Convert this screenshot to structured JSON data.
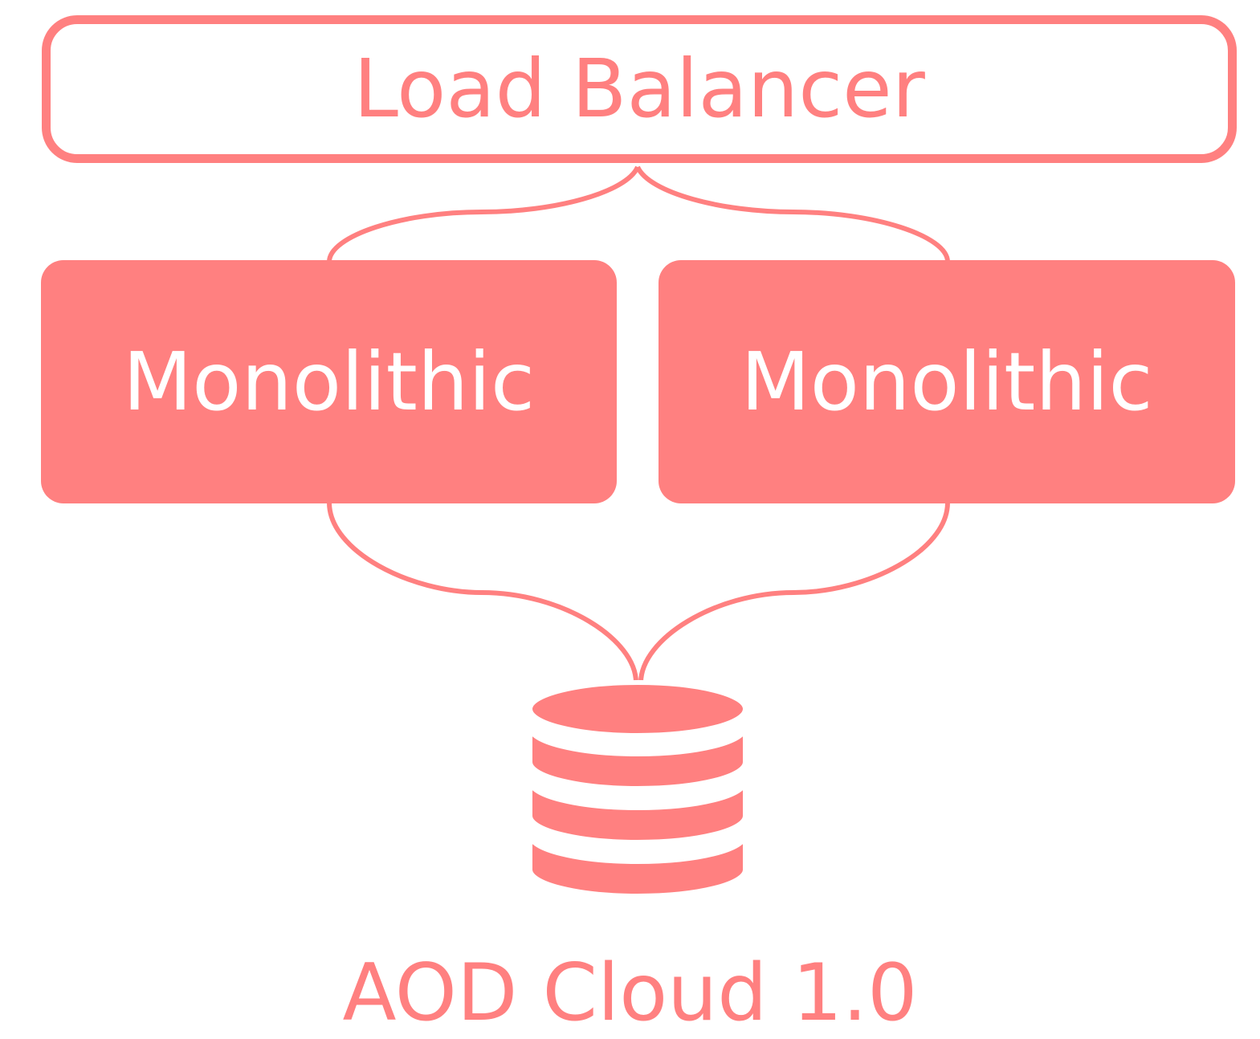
{
  "load_balancer": {
    "label": "Load Balancer"
  },
  "services": [
    {
      "label": "Monolithic"
    },
    {
      "label": "Monolithic"
    }
  ],
  "database": {
    "icon": "database-icon"
  },
  "caption": "AOD Cloud 1.0",
  "colors": {
    "accent": "#ff8080",
    "text_on_accent": "#ffffff",
    "background": "#ffffff"
  }
}
